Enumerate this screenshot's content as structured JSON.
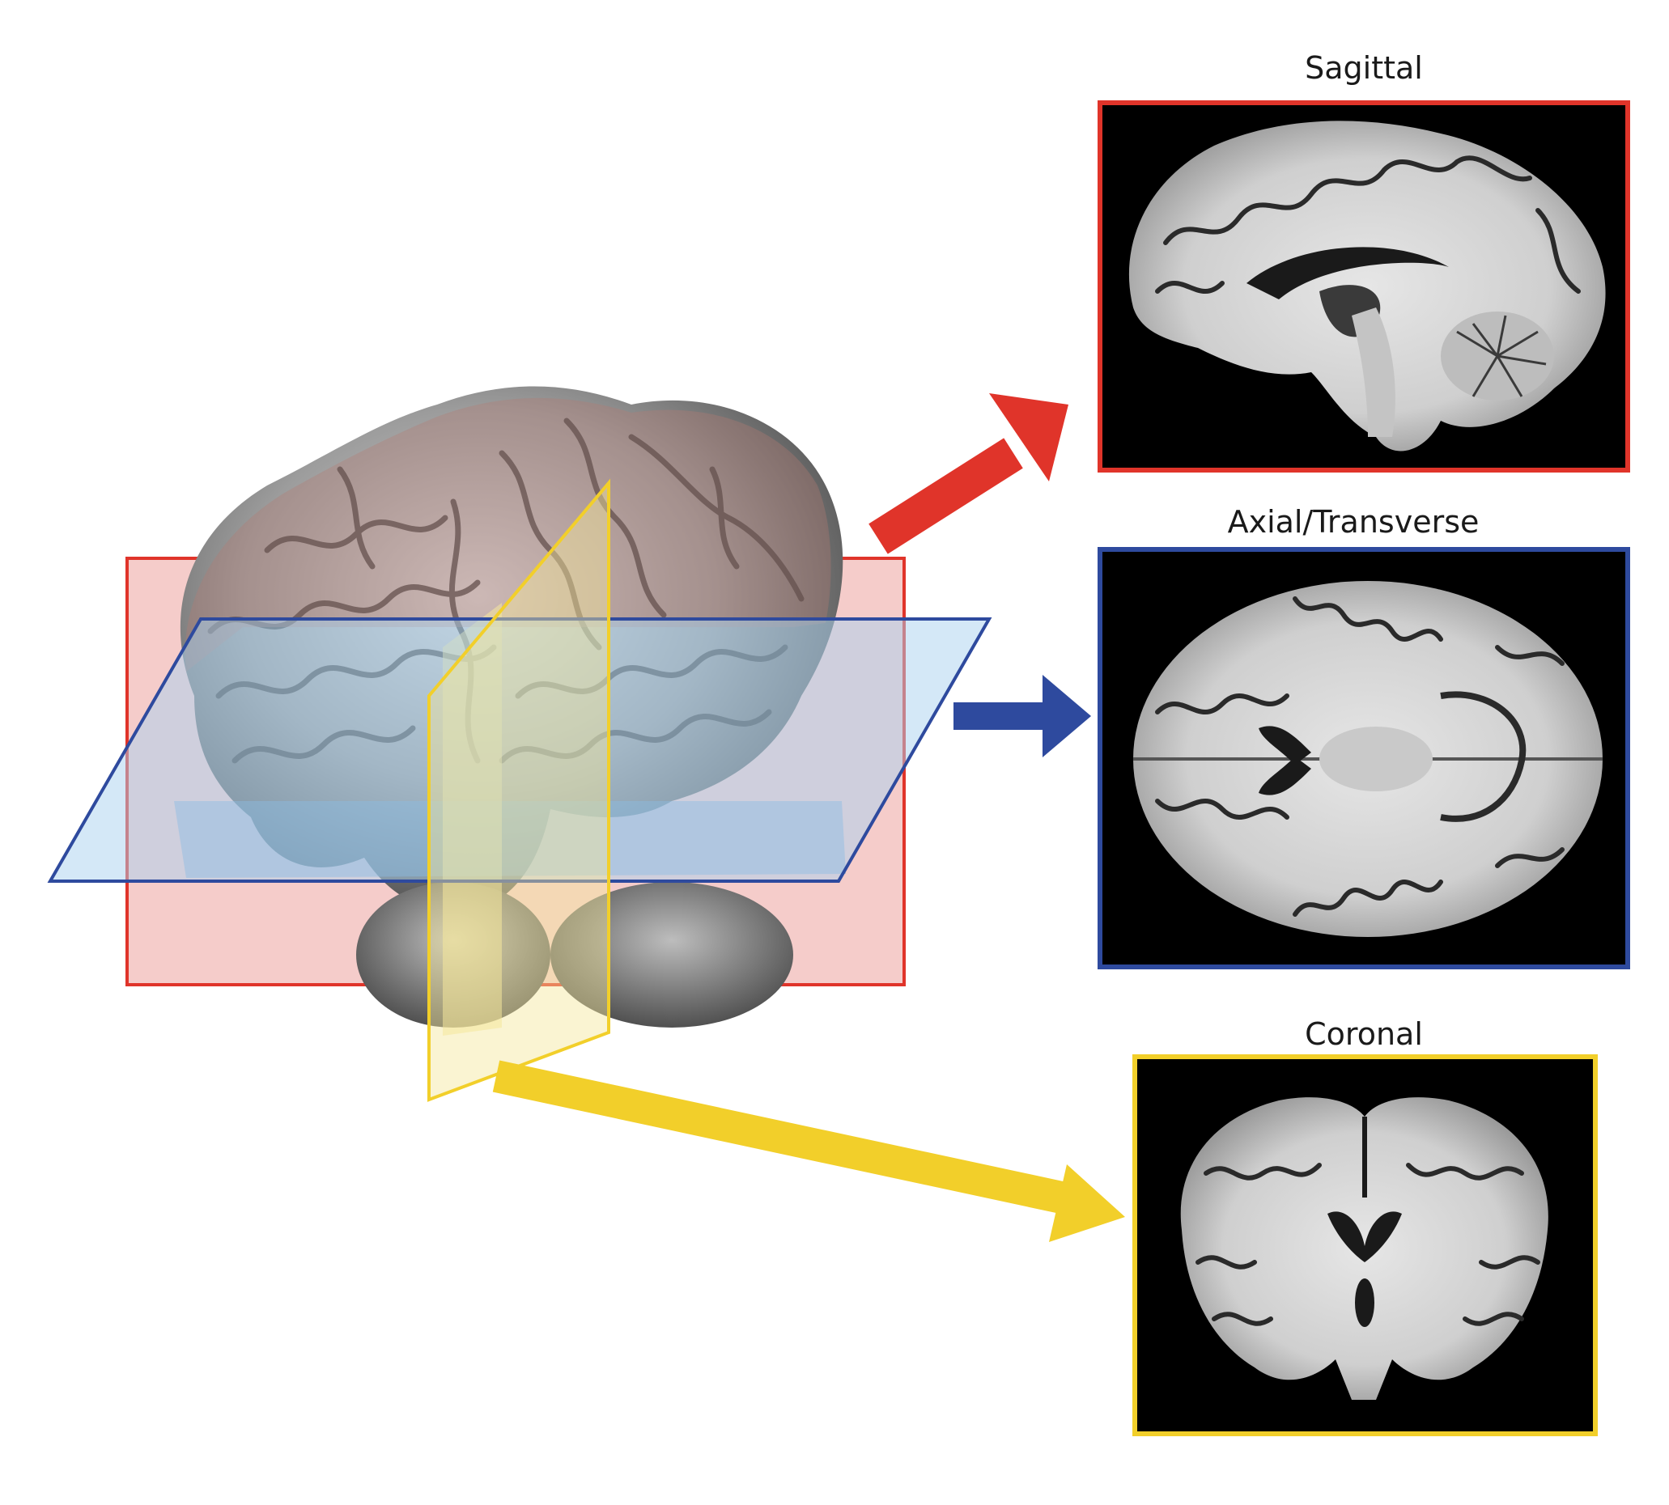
{
  "figure": {
    "labels": {
      "sagittal": "Sagittal",
      "axial": "Axial/Transverse",
      "coronal": "Coronal"
    }
  },
  "colors": {
    "sagittal": "#e0342a",
    "axial": "#2e4a9e",
    "coronal": "#f2cf2a",
    "sagittal_fill": "#efb1ad",
    "axial_fill": "#a9d2ef",
    "coronal_fill": "#f5e79c",
    "panel_background": "#000000",
    "page_background": "#ffffff"
  }
}
